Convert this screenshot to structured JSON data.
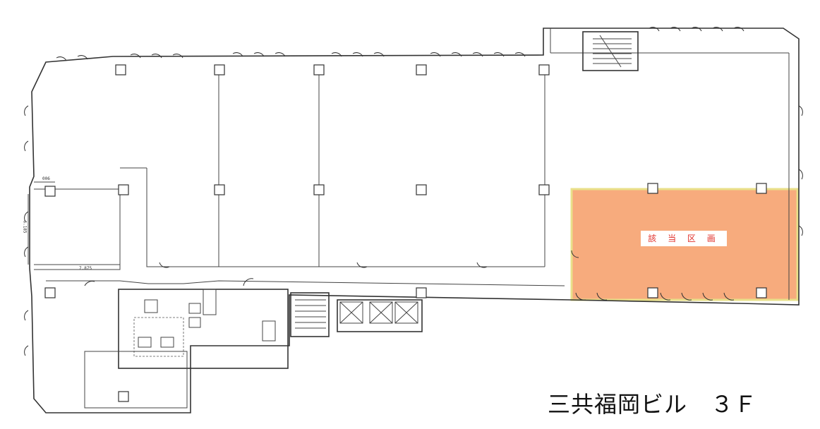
{
  "floorplan": {
    "area_label": "該 当 区 画",
    "building_title": "三共福岡ビル　３Ｆ",
    "dimensions": [
      "006",
      "7.875",
      "6.185"
    ]
  },
  "colors": {
    "highlight_fill": "#f7ab7d",
    "highlight_border": "#e9e08a",
    "label_text": "#e0302b"
  }
}
